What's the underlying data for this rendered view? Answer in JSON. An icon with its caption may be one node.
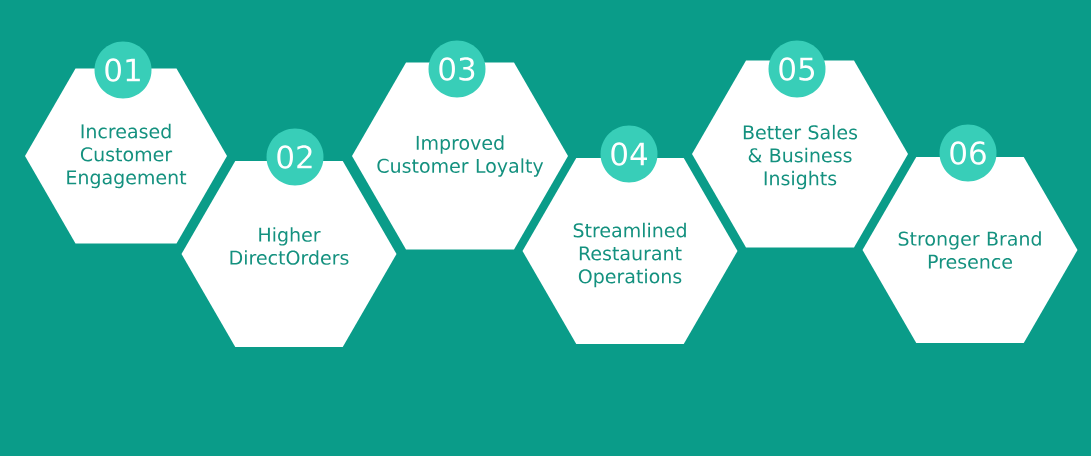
{
  "diagram": {
    "nodes": [
      {
        "text": [
          "01"
        ]
      },
      {
        "text": [
          "Increased Customer Engagement"
        ]
      },
      {
        "text": [
          "02"
        ]
      },
      {
        "text": [
          "Higher DirectOrders"
        ]
      },
      {
        "text": [
          "03"
        ]
      },
      {
        "text": [
          "Improved Customer Loyalty"
        ]
      },
      {
        "text": [
          "04"
        ]
      },
      {
        "text": [
          "Streamlined Restaurant Operations"
        ]
      },
      {
        "text": [
          "05"
        ]
      },
      {
        "text": [
          "Better Sales & Business Insights"
        ]
      },
      {
        "text": [
          "06"
        ]
      },
      {
        "text": [
          "Stronger Brand Presence"
        ]
      }
    ]
  }
}
